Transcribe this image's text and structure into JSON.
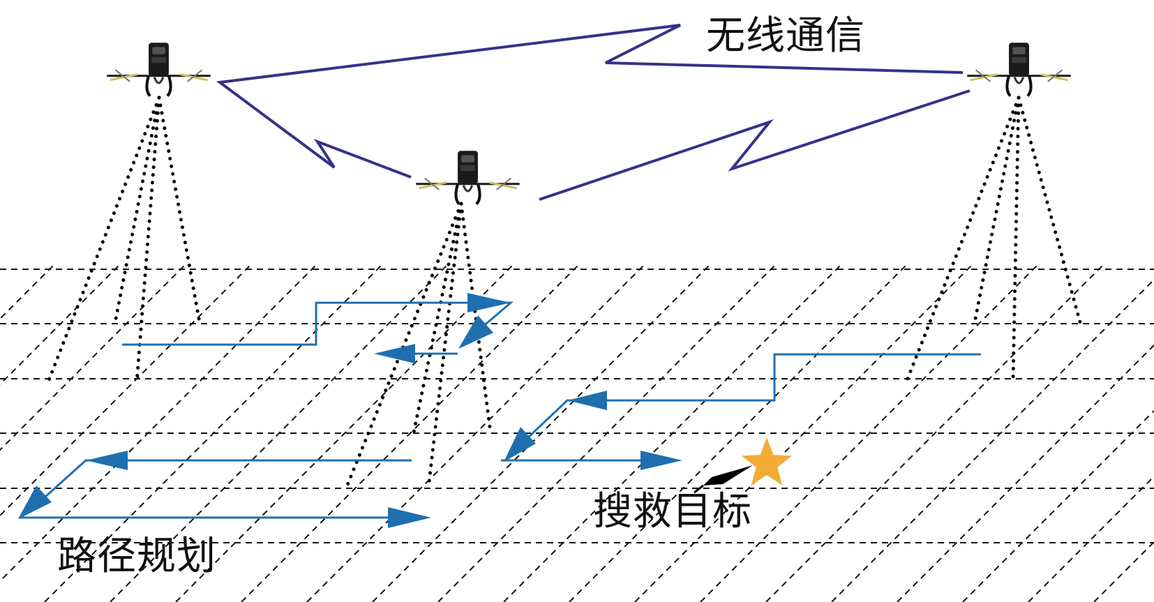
{
  "labels": {
    "wireless": "无线通信",
    "target": "搜救目标",
    "path": "路径规划"
  },
  "icons": {
    "drone": "quadcopter-drone-icon",
    "target": "star-icon"
  },
  "colors": {
    "background": "#ffffff",
    "wireless_link": "#33338a",
    "path": "#1f6fb0",
    "star": "#f2ac36",
    "pointer": "#000000",
    "grid": "#111111",
    "sensor_beam": "#000000"
  }
}
